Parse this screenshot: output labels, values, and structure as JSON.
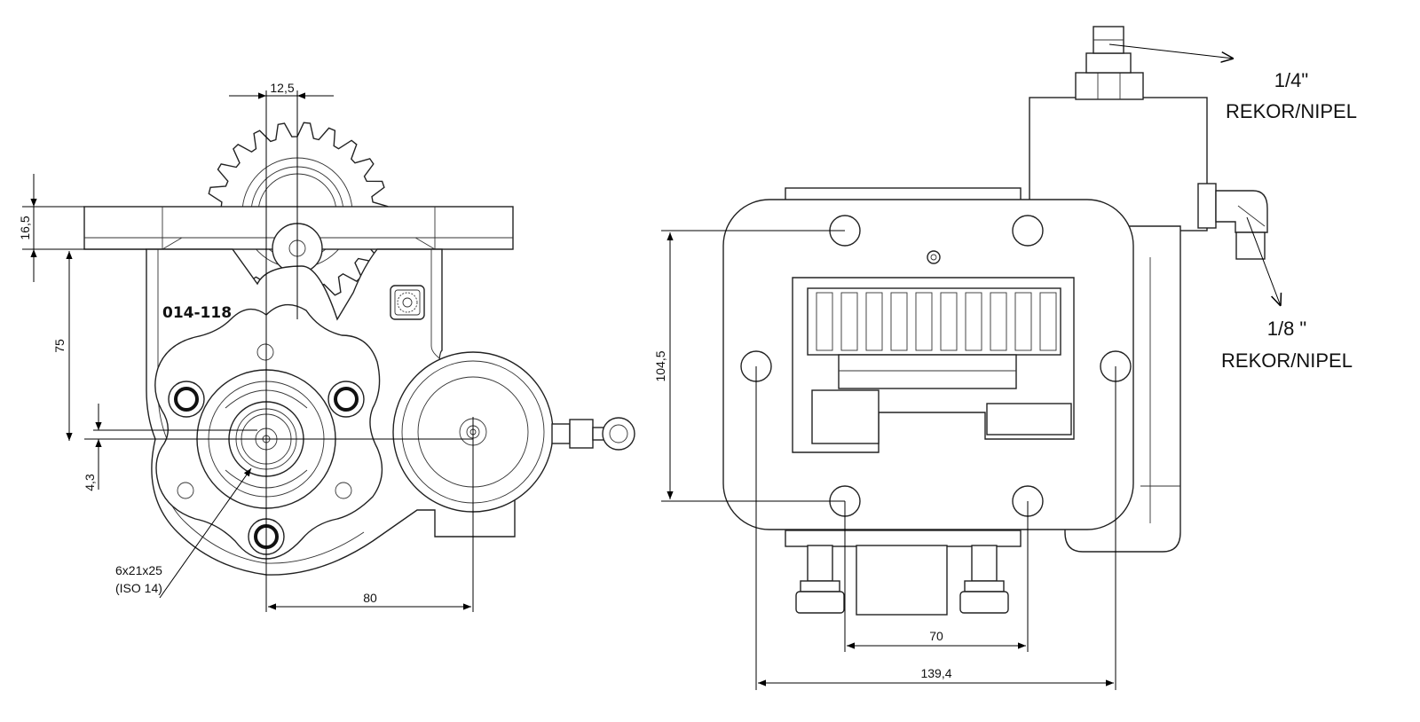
{
  "front_view": {
    "part_number": "014-118",
    "dimensions": {
      "offset_top": "12,5",
      "flange_thickness": "16,5",
      "height_to_shaft": "75",
      "shaft_offset": "4,3",
      "center_distance": "80"
    },
    "spline_callout": {
      "line1": "6x21x25",
      "line2": "(ISO 14)"
    }
  },
  "side_view": {
    "dimensions": {
      "hole_vertical": "104,5",
      "hole_spacing_inner": "70",
      "hole_spacing_outer": "139,4"
    },
    "fitting_top": {
      "size": "1/4\"",
      "type": "REKOR/NIPEL"
    },
    "fitting_side": {
      "size": "1/8 \"",
      "type": "REKOR/NIPEL"
    }
  }
}
